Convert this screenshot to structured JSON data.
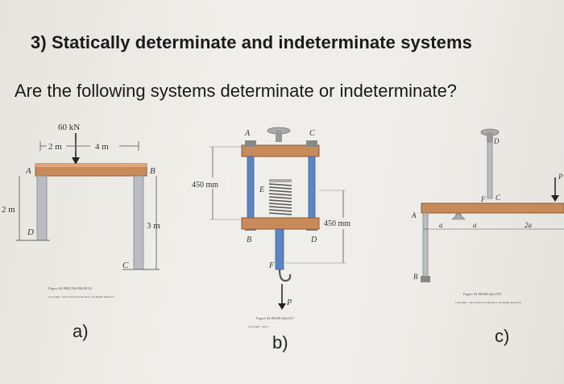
{
  "heading": "3) Statically determinate and indeterminate systems",
  "question": "Are the following systems determinate or indeterminate?",
  "figure_a": {
    "sub_label": "a)",
    "load": "60 kN",
    "dim_left": "2 m",
    "dim_right": "4 m",
    "point_A": "A",
    "point_B": "B",
    "point_C": "C",
    "point_D": "D",
    "height_left": "2 m",
    "height_right": "3 m",
    "caption": "Figure 04 PRELIM-PROB 05",
    "copyright": "Copyright ©2014 Pearson Education, All Rights Reserved"
  },
  "figure_b": {
    "sub_label": "b)",
    "point_A": "A",
    "point_B": "B",
    "point_C": "C",
    "point_D": "D",
    "point_E": "E",
    "point_F": "F",
    "load": "P",
    "dim_left": "450 mm",
    "dim_right": "450 mm",
    "caption": "Figure 04 PROB 4(b)-017",
    "copyright": "Copyright ©2014"
  },
  "figure_c": {
    "sub_label": "c)",
    "point_A": "A",
    "point_B": "B",
    "point_C": "C",
    "point_D": "D",
    "point_F": "F",
    "load": "P",
    "seg1": "a",
    "seg2": "a",
    "seg3": "2a",
    "caption": "Figure 04 PROB 4(b)-070",
    "copyright": "Copyright ©2014 Pearson Education, All Rights Reserved"
  }
}
